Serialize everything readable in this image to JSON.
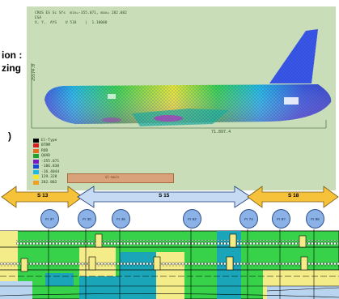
{
  "left_text": {
    "line1": "ion :",
    "line2": "zing",
    "line3": ")"
  },
  "fem_panel": {
    "header_line1": "CROS ES Sc Sfs  min=-355.071, max= 282.082",
    "header_line2": "ESA",
    "header_line3": "X, Y,  AYS    U 518    |  1.10000",
    "x_value": "71.897.4",
    "y_value": "25574.0",
    "legend_title": "El-Type",
    "legend": [
      {
        "label": "BTRM",
        "color": "#d42020"
      },
      {
        "label": "ROD",
        "color": "#e27020"
      },
      {
        "label": "QUAD",
        "color": "#20a030"
      },
      {
        "label": "-355.071",
        "color": "#7a18c8"
      },
      {
        "label": "-186.838",
        "color": "#1a48d8"
      },
      {
        "label": "-16.4044",
        "color": "#20b8e0"
      },
      {
        "label": "129.328",
        "color": "#f2e830"
      },
      {
        "label": "282.882",
        "color": "#f0a020"
      }
    ],
    "legend_bar_text": "el-main"
  },
  "sections": [
    {
      "label": "S 13"
    },
    {
      "label": "S 15"
    },
    {
      "label": "S 18"
    }
  ],
  "frames": [
    "Fr 3?",
    "Fr 30",
    "Fr 46",
    "Fr 62",
    "Fr 74",
    "Fr 8?",
    "Fr 88"
  ],
  "colors": {
    "arrow_orange": "#f6c23a",
    "arrow_blue": "#c6daf4",
    "fuselage_green": "#38d24a",
    "fuselage_yellow": "#f4ec88",
    "fuselage_teal": "#1aa6b8",
    "fuselage_lightblue": "#b8d4ee"
  }
}
